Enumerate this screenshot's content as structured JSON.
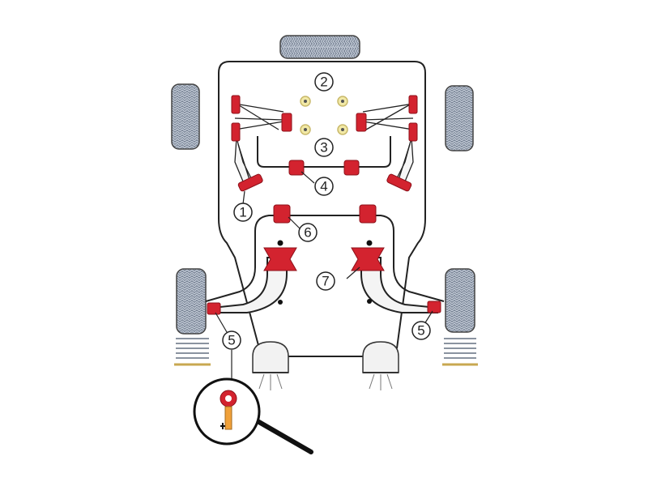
{
  "callouts": [
    {
      "id": "1",
      "label": "1"
    },
    {
      "id": "2",
      "label": "2"
    },
    {
      "id": "3",
      "label": "3"
    },
    {
      "id": "4",
      "label": "4"
    },
    {
      "id": "5a",
      "label": "5"
    },
    {
      "id": "5b",
      "label": "5"
    },
    {
      "id": "6",
      "label": "6"
    },
    {
      "id": "7",
      "label": "7"
    }
  ],
  "colors": {
    "bush_red": "#d3232f",
    "bush_dark": "#8c1019",
    "tyre": "#6f7a8c",
    "tyre_tread": "#b9c2cf",
    "outline": "#222222",
    "mount_yellow": "#f2e9a6",
    "shock_orange": "#f0a13a"
  }
}
